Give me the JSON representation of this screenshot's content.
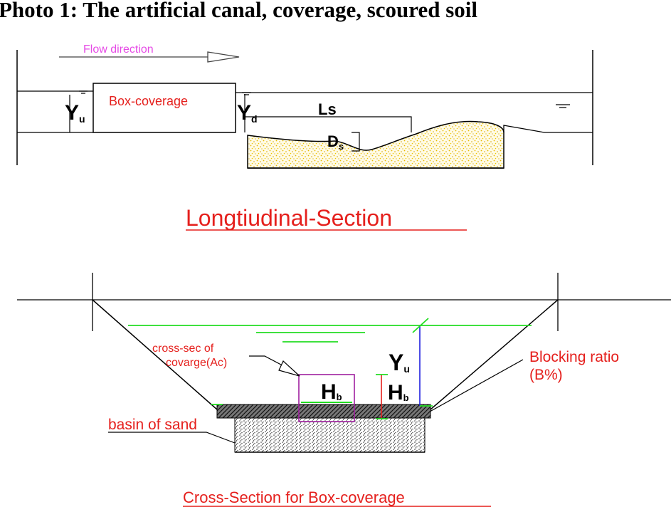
{
  "title": "Photo 1: The artificial canal, coverage, scoured soil",
  "longitudinal": {
    "flow_direction": "Flow direction",
    "box_label": "Box-coverage",
    "yu_main": "Y",
    "yu_sub": "u",
    "yd_main": "Y",
    "yd_sub": "d",
    "ls_label": "Ls",
    "ds_main": "D",
    "ds_sub": "s",
    "section_title": "Longtiudinal-Section"
  },
  "cross": {
    "cross_sec_line1": "cross-sec of",
    "cross_sec_line2": "covarge(Ac)",
    "hb_box_main": "H",
    "hb_box_sub": "b",
    "yu_main": "Y",
    "yu_sub": "u",
    "hb_main": "H",
    "hb_sub": "b",
    "blocking_line1": "Blocking ratio",
    "blocking_line2": "(B%)",
    "basin_label": "basin of sand",
    "section_title": "Cross-Section for Box-coverage"
  },
  "colors": {
    "label_red": "#e5201d",
    "flow_pink": "#e64be6",
    "water_green": "#22dd22",
    "sand_yellow": "#f0c800",
    "box_purple": "#a020a0",
    "yu_blue": "#2020e0"
  }
}
